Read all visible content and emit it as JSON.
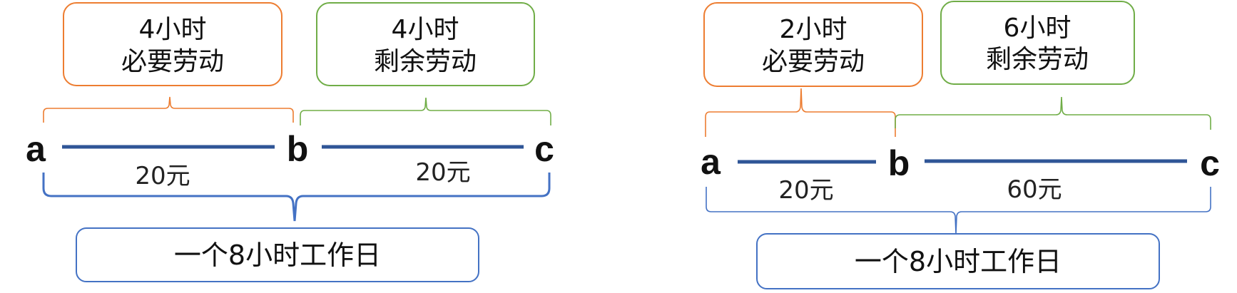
{
  "colors": {
    "necessary": "#ED7D31",
    "surplus": "#70AD47",
    "day": "#4472C4",
    "segment": "#2F5597",
    "text": "#111111"
  },
  "diagrams": [
    {
      "necessary_box": {
        "line1": "4小时",
        "line2": "必要劳动"
      },
      "surplus_box": {
        "line1": "4小时",
        "line2": "剩余劳动"
      },
      "points": {
        "a": "a",
        "b": "b",
        "c": "c"
      },
      "value_ab": "20元",
      "value_bc": "20元",
      "workday_box": "一个8小时工作日"
    },
    {
      "necessary_box": {
        "line1": "2小时",
        "line2": "必要劳动"
      },
      "surplus_box": {
        "line1": "6小时",
        "line2": "剩余劳动"
      },
      "points": {
        "a": "a",
        "b": "b",
        "c": "c"
      },
      "value_ab": "20元",
      "value_bc": "60元",
      "workday_box": "一个8小时工作日"
    }
  ]
}
